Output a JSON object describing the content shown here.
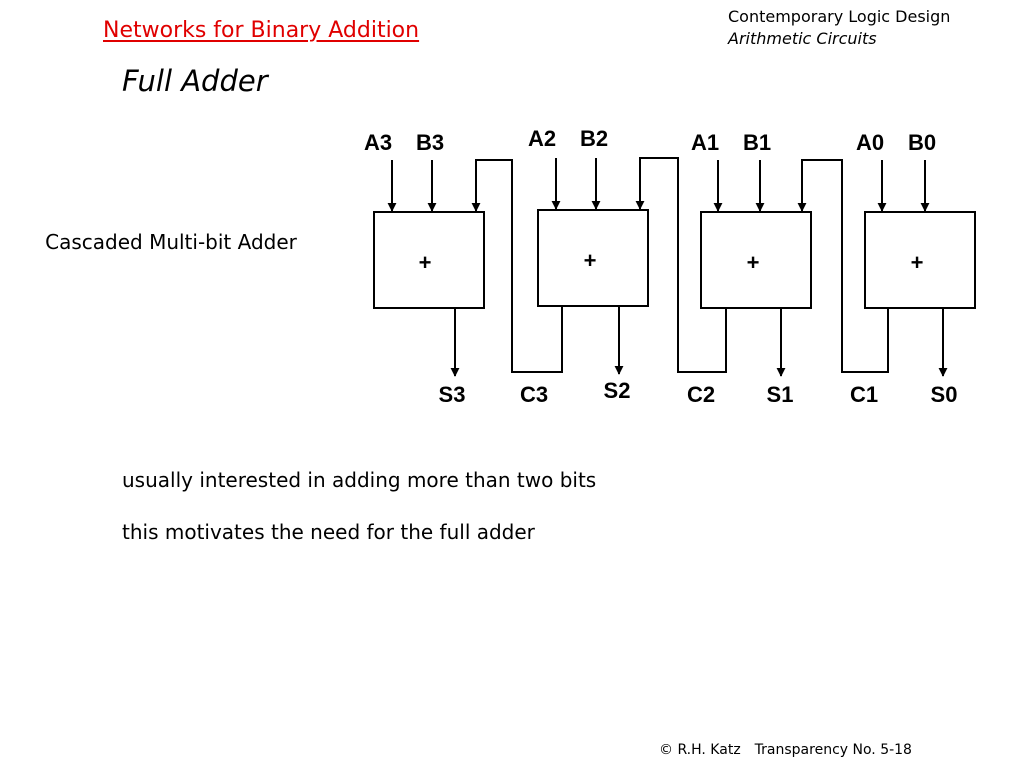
{
  "header": {
    "title": "Networks for Binary Addition",
    "course": "Contemporary Logic Design",
    "topic": "Arithmetic Circuits"
  },
  "section_title": "Full Adder",
  "side_label": "Cascaded Multi-bit Adder",
  "diagram": {
    "adders": [
      {
        "inputs": [
          "A3",
          "B3"
        ],
        "sum": "S3",
        "carry_out": "C3",
        "symbol": "+"
      },
      {
        "inputs": [
          "A2",
          "B2"
        ],
        "sum": "S2",
        "carry_out": "C2",
        "symbol": "+"
      },
      {
        "inputs": [
          "A1",
          "B1"
        ],
        "sum": "S1",
        "carry_out": "C1",
        "symbol": "+"
      },
      {
        "inputs": [
          "A0",
          "B0"
        ],
        "sum": "S0",
        "symbol": "+"
      }
    ]
  },
  "bullets": [
    "usually interested in adding more than two bits",
    "this motivates the need for the full adder"
  ],
  "footer": {
    "copyright": "© R.H. Katz",
    "page": "Transparency No. 5-18"
  }
}
